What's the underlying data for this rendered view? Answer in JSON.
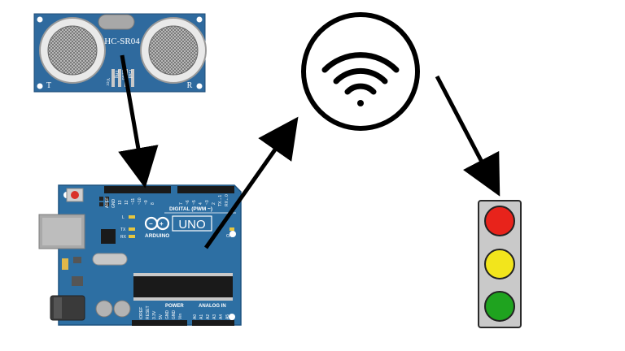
{
  "sensor": {
    "model": "HC-SR04",
    "left_label": "T",
    "right_label": "R",
    "pins": [
      "Vcc",
      "Trig",
      "Echo",
      "Gnd"
    ]
  },
  "arduino": {
    "logo": "ARDUINO",
    "model": "UNO",
    "header_digital": "DIGITAL (PWM ~)",
    "header_power": "POWER",
    "header_analog": "ANALOG IN",
    "on_label": "ON",
    "led_l": "L",
    "led_tx": "TX",
    "led_rx": "RX",
    "aref": "AREF",
    "gnd": "GND",
    "power_pins": [
      "IOREF",
      "RESET",
      "3.3V",
      "5V",
      "GND",
      "GND",
      "Vin"
    ],
    "analog_pins": [
      "A0",
      "A1",
      "A2",
      "A3",
      "A4",
      "A5"
    ],
    "digital_pins": [
      "13",
      "12",
      "~11",
      "~10",
      "~9",
      "8",
      "7",
      "~6",
      "~5",
      "4",
      "~3",
      "2",
      "TX→1",
      "RX←0"
    ]
  },
  "wifi": {
    "icon": "wifi-icon"
  },
  "traffic_light": {
    "lights": [
      "red",
      "yellow",
      "green"
    ],
    "colors": [
      "#e8231b",
      "#f2e51c",
      "#1fa31f"
    ]
  },
  "colors": {
    "board": "#2d6fa3",
    "arrow": "#000000"
  }
}
